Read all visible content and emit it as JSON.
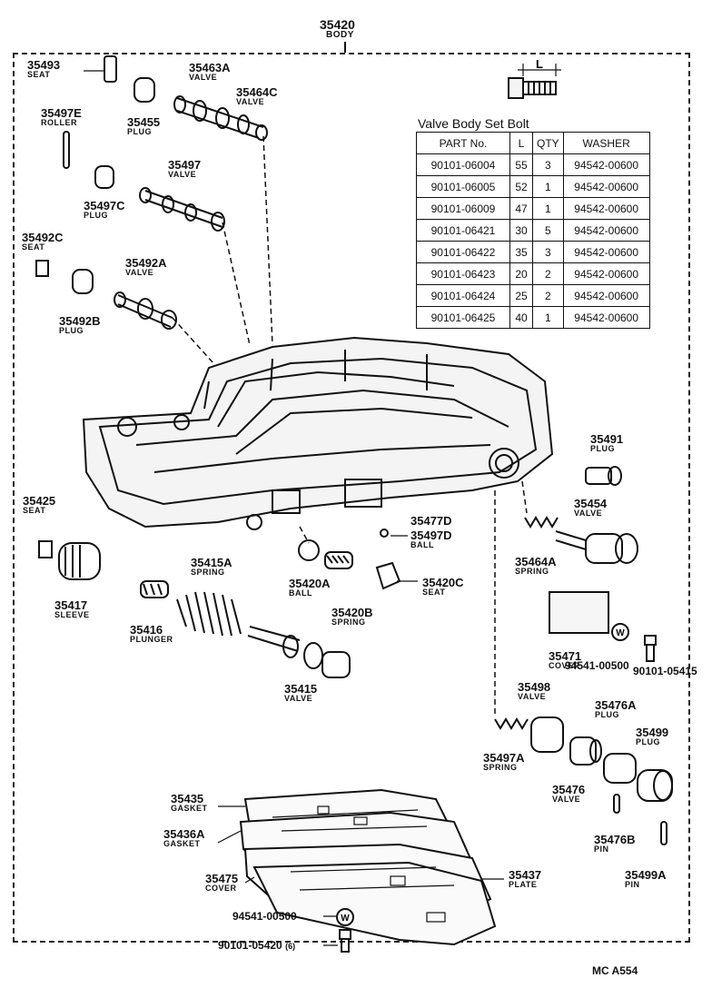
{
  "title": {
    "number": "35420",
    "name": "BODY"
  },
  "parts": [
    {
      "id": "p35493",
      "number": "35493",
      "name": "SEAT"
    },
    {
      "id": "p35463A",
      "number": "35463A",
      "name": "VALVE"
    },
    {
      "id": "p35464C",
      "number": "35464C",
      "name": "VALVE"
    },
    {
      "id": "p35455",
      "number": "35455",
      "name": "PLUG"
    },
    {
      "id": "p35497E",
      "number": "35497E",
      "name": "ROLLER"
    },
    {
      "id": "p35497",
      "number": "35497",
      "name": "VALVE"
    },
    {
      "id": "p35497C",
      "number": "35497C",
      "name": "PLUG"
    },
    {
      "id": "p35492C",
      "number": "35492C",
      "name": "SEAT"
    },
    {
      "id": "p35492A",
      "number": "35492A",
      "name": "VALVE"
    },
    {
      "id": "p35492B",
      "number": "35492B",
      "name": "PLUG"
    },
    {
      "id": "p35491",
      "number": "35491",
      "name": "PLUG"
    },
    {
      "id": "p35454",
      "number": "35454",
      "name": "VALVE"
    },
    {
      "id": "p35425",
      "number": "35425",
      "name": "SEAT"
    },
    {
      "id": "p35477D",
      "number": "35477D",
      "name": ""
    },
    {
      "id": "p35497D",
      "number": "35497D",
      "name": "BALL"
    },
    {
      "id": "p35464A",
      "number": "35464A",
      "name": "SPRING"
    },
    {
      "id": "p35415A",
      "number": "35415A",
      "name": "SPRING"
    },
    {
      "id": "p35417",
      "number": "35417",
      "name": "SLEEVE"
    },
    {
      "id": "p35420A",
      "number": "35420A",
      "name": "BALL"
    },
    {
      "id": "p35420C",
      "number": "35420C",
      "name": "SEAT"
    },
    {
      "id": "p35420B",
      "number": "35420B",
      "name": "SPRING"
    },
    {
      "id": "p35416",
      "number": "35416",
      "name": "PLUNGER"
    },
    {
      "id": "p35471",
      "number": "35471",
      "name": "COVER"
    },
    {
      "id": "p35415",
      "number": "35415",
      "name": "VALVE"
    },
    {
      "id": "p35498",
      "number": "35498",
      "name": "VALVE"
    },
    {
      "id": "p35476A",
      "number": "35476A",
      "name": "PLUG"
    },
    {
      "id": "p35499",
      "number": "35499",
      "name": "PLUG"
    },
    {
      "id": "p35497A",
      "number": "35497A",
      "name": "SPRING"
    },
    {
      "id": "p35476",
      "number": "35476",
      "name": "VALVE"
    },
    {
      "id": "p35435",
      "number": "35435",
      "name": "GASKET"
    },
    {
      "id": "p35436A",
      "number": "35436A",
      "name": "GASKET"
    },
    {
      "id": "p35437",
      "number": "35437",
      "name": "PLATE"
    },
    {
      "id": "p35476B",
      "number": "35476B",
      "name": "PIN"
    },
    {
      "id": "p35475",
      "number": "35475",
      "name": "COVER"
    },
    {
      "id": "p35499A",
      "number": "35499A",
      "name": "PIN"
    }
  ],
  "fasteners": {
    "washer_right": "94541-00500",
    "bolt_right": "90101-05415",
    "washer_bottom": "94541-00500",
    "bolt_bottom": "90101-05420",
    "bolt_bottom_qty": "(6)",
    "washer_mark": "W"
  },
  "bolt_diagram_label": "L",
  "bolt_table": {
    "caption": "Valve Body Set Bolt",
    "headers": [
      "PART No.",
      "L",
      "QTY",
      "WASHER"
    ],
    "rows": [
      [
        "90101-06004",
        "55",
        "3",
        "94542-00600"
      ],
      [
        "90101-06005",
        "52",
        "1",
        "94542-00600"
      ],
      [
        "90101-06009",
        "47",
        "1",
        "94542-00600"
      ],
      [
        "90101-06421",
        "30",
        "5",
        "94542-00600"
      ],
      [
        "90101-06422",
        "35",
        "3",
        "94542-00600"
      ],
      [
        "90101-06423",
        "20",
        "2",
        "94542-00600"
      ],
      [
        "90101-06424",
        "25",
        "2",
        "94542-00600"
      ],
      [
        "90101-06425",
        "40",
        "1",
        "94542-00600"
      ]
    ]
  },
  "ref_code": "MC A554"
}
